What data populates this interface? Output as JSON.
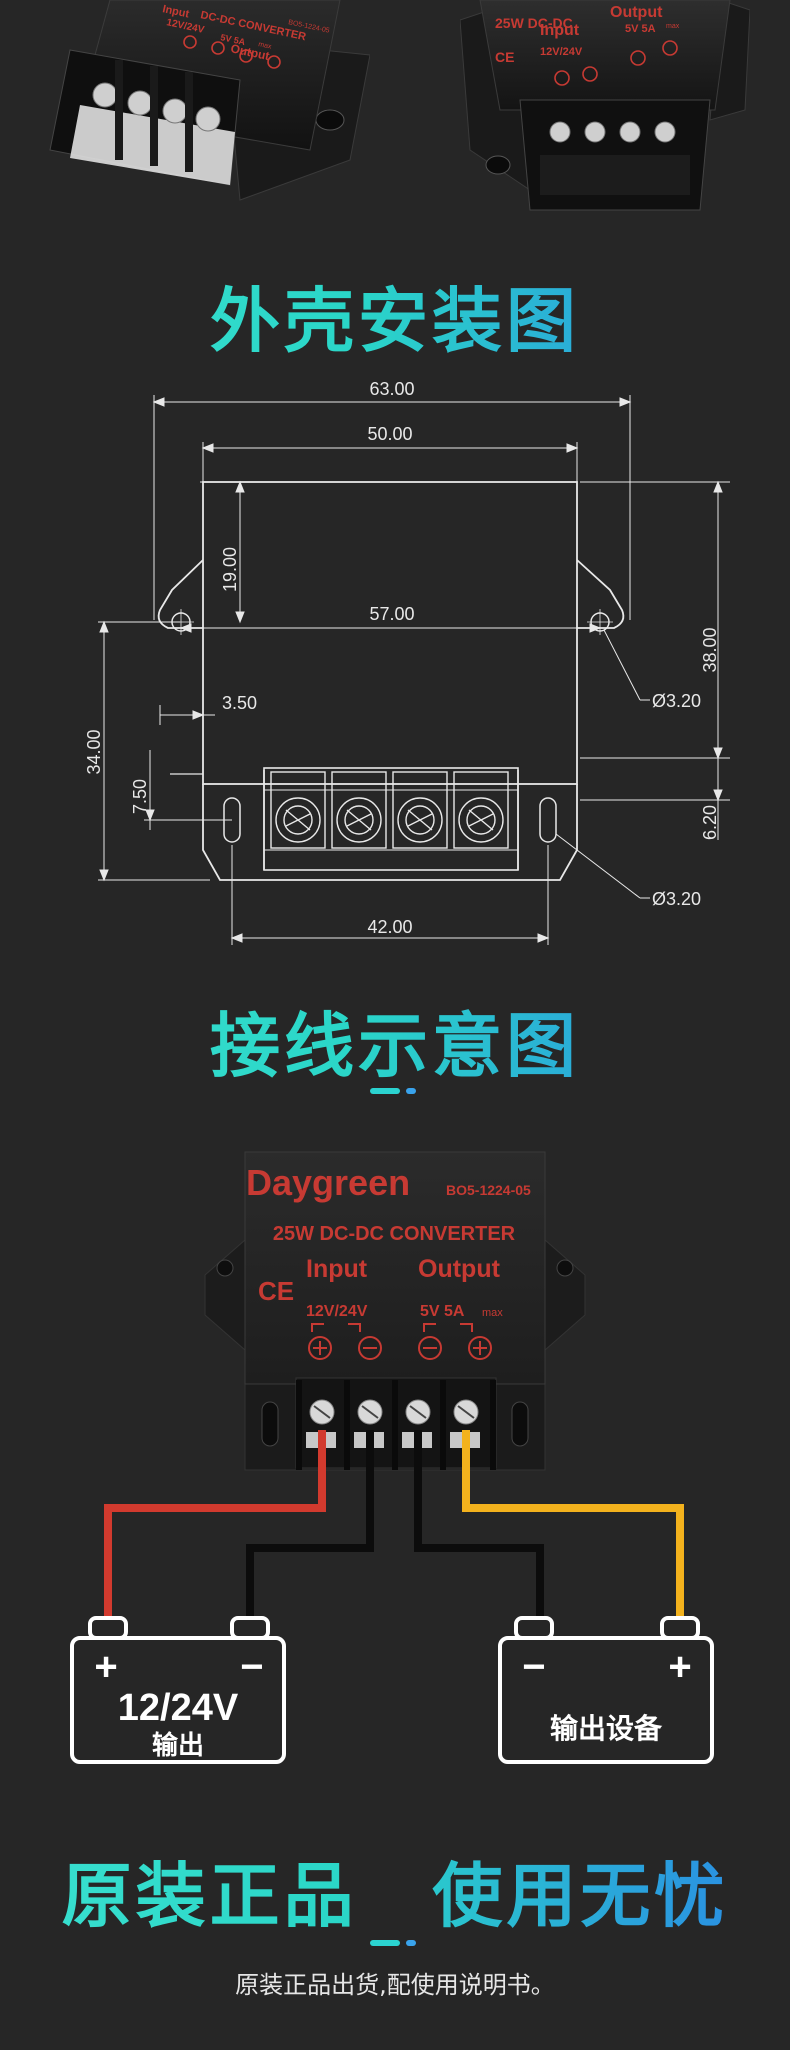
{
  "top_photos": {
    "left": {
      "brand_code": "BO5-1224-05",
      "converter": "DC-DC CONVERTER",
      "input_label": "Input",
      "input_voltage": "12V/24V",
      "output_label": "Output",
      "output_rating": "5V 5A",
      "max_label": "max"
    },
    "right": {
      "title": "25W DC-DC",
      "input_label": "Input",
      "output_label": "Output",
      "input_voltage": "12V/24V",
      "output_rating": "5V 5A",
      "max_label": "max",
      "ce_mark": "CE"
    }
  },
  "section_install": {
    "heading": "外壳安装图"
  },
  "dimensions": {
    "overall_width": "63.00",
    "body_width": "50.00",
    "hole_spacing": "57.00",
    "upper_height": "19.00",
    "right_height": "38.00",
    "left_height": "34.00",
    "edge_offset": "3.50",
    "slot_offset": "7.50",
    "right_bottom": "6.20",
    "hole_dia_top": "Ø3.20",
    "hole_dia_bottom": "Ø3.20",
    "slot_spacing": "42.00"
  },
  "section_wiring": {
    "heading": "接线示意图"
  },
  "device": {
    "brand": "Daygreen",
    "model": "BO5-1224-05",
    "title": "25W DC-DC CONVERTER",
    "ce_mark": "CE",
    "input_label": "Input",
    "output_label": "Output",
    "input_voltage": "12V/24V",
    "output_rating": "5V 5A",
    "max_label": "max"
  },
  "battery_left": {
    "plus": "+",
    "minus": "−",
    "line1": "12/24V",
    "line2": "输出"
  },
  "battery_right": {
    "plus": "+",
    "minus": "−",
    "line1": "输出设备"
  },
  "section_guarantee": {
    "heading_part1": "原装正品",
    "heading_part2": "使用无忧"
  },
  "footer_text": "原装正品出货,配使用说明书。",
  "colors": {
    "background": "#262626",
    "accent_teal": "#2bd3d0",
    "accent_blue": "#2a86e6",
    "device_red": "#c73a33",
    "wire_red": "#d23a2e",
    "wire_yellow": "#f3b21d",
    "wire_black": "#0c0c0c",
    "drawing_line": "#e8e8e8"
  }
}
